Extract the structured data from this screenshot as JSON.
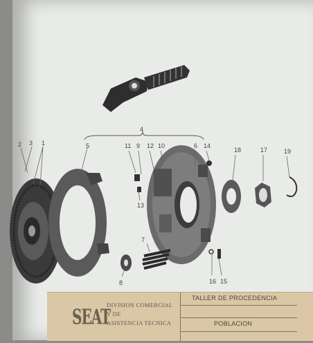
{
  "callouts": [
    "2",
    "3",
    "1",
    "4",
    "5",
    "11",
    "9",
    "12",
    "10",
    "6",
    "14",
    "18",
    "17",
    "19",
    "13",
    "7",
    "8",
    "16",
    "15"
  ],
  "stamp": {
    "logo": "SEAT",
    "division_lines": [
      "DIVISION COMERCIAL",
      "Y DE",
      "ASISTENCIA TECNICA"
    ],
    "taller_label": "TALLER DE PROCEDENCIA",
    "poblacion_label": "POBLACION"
  }
}
